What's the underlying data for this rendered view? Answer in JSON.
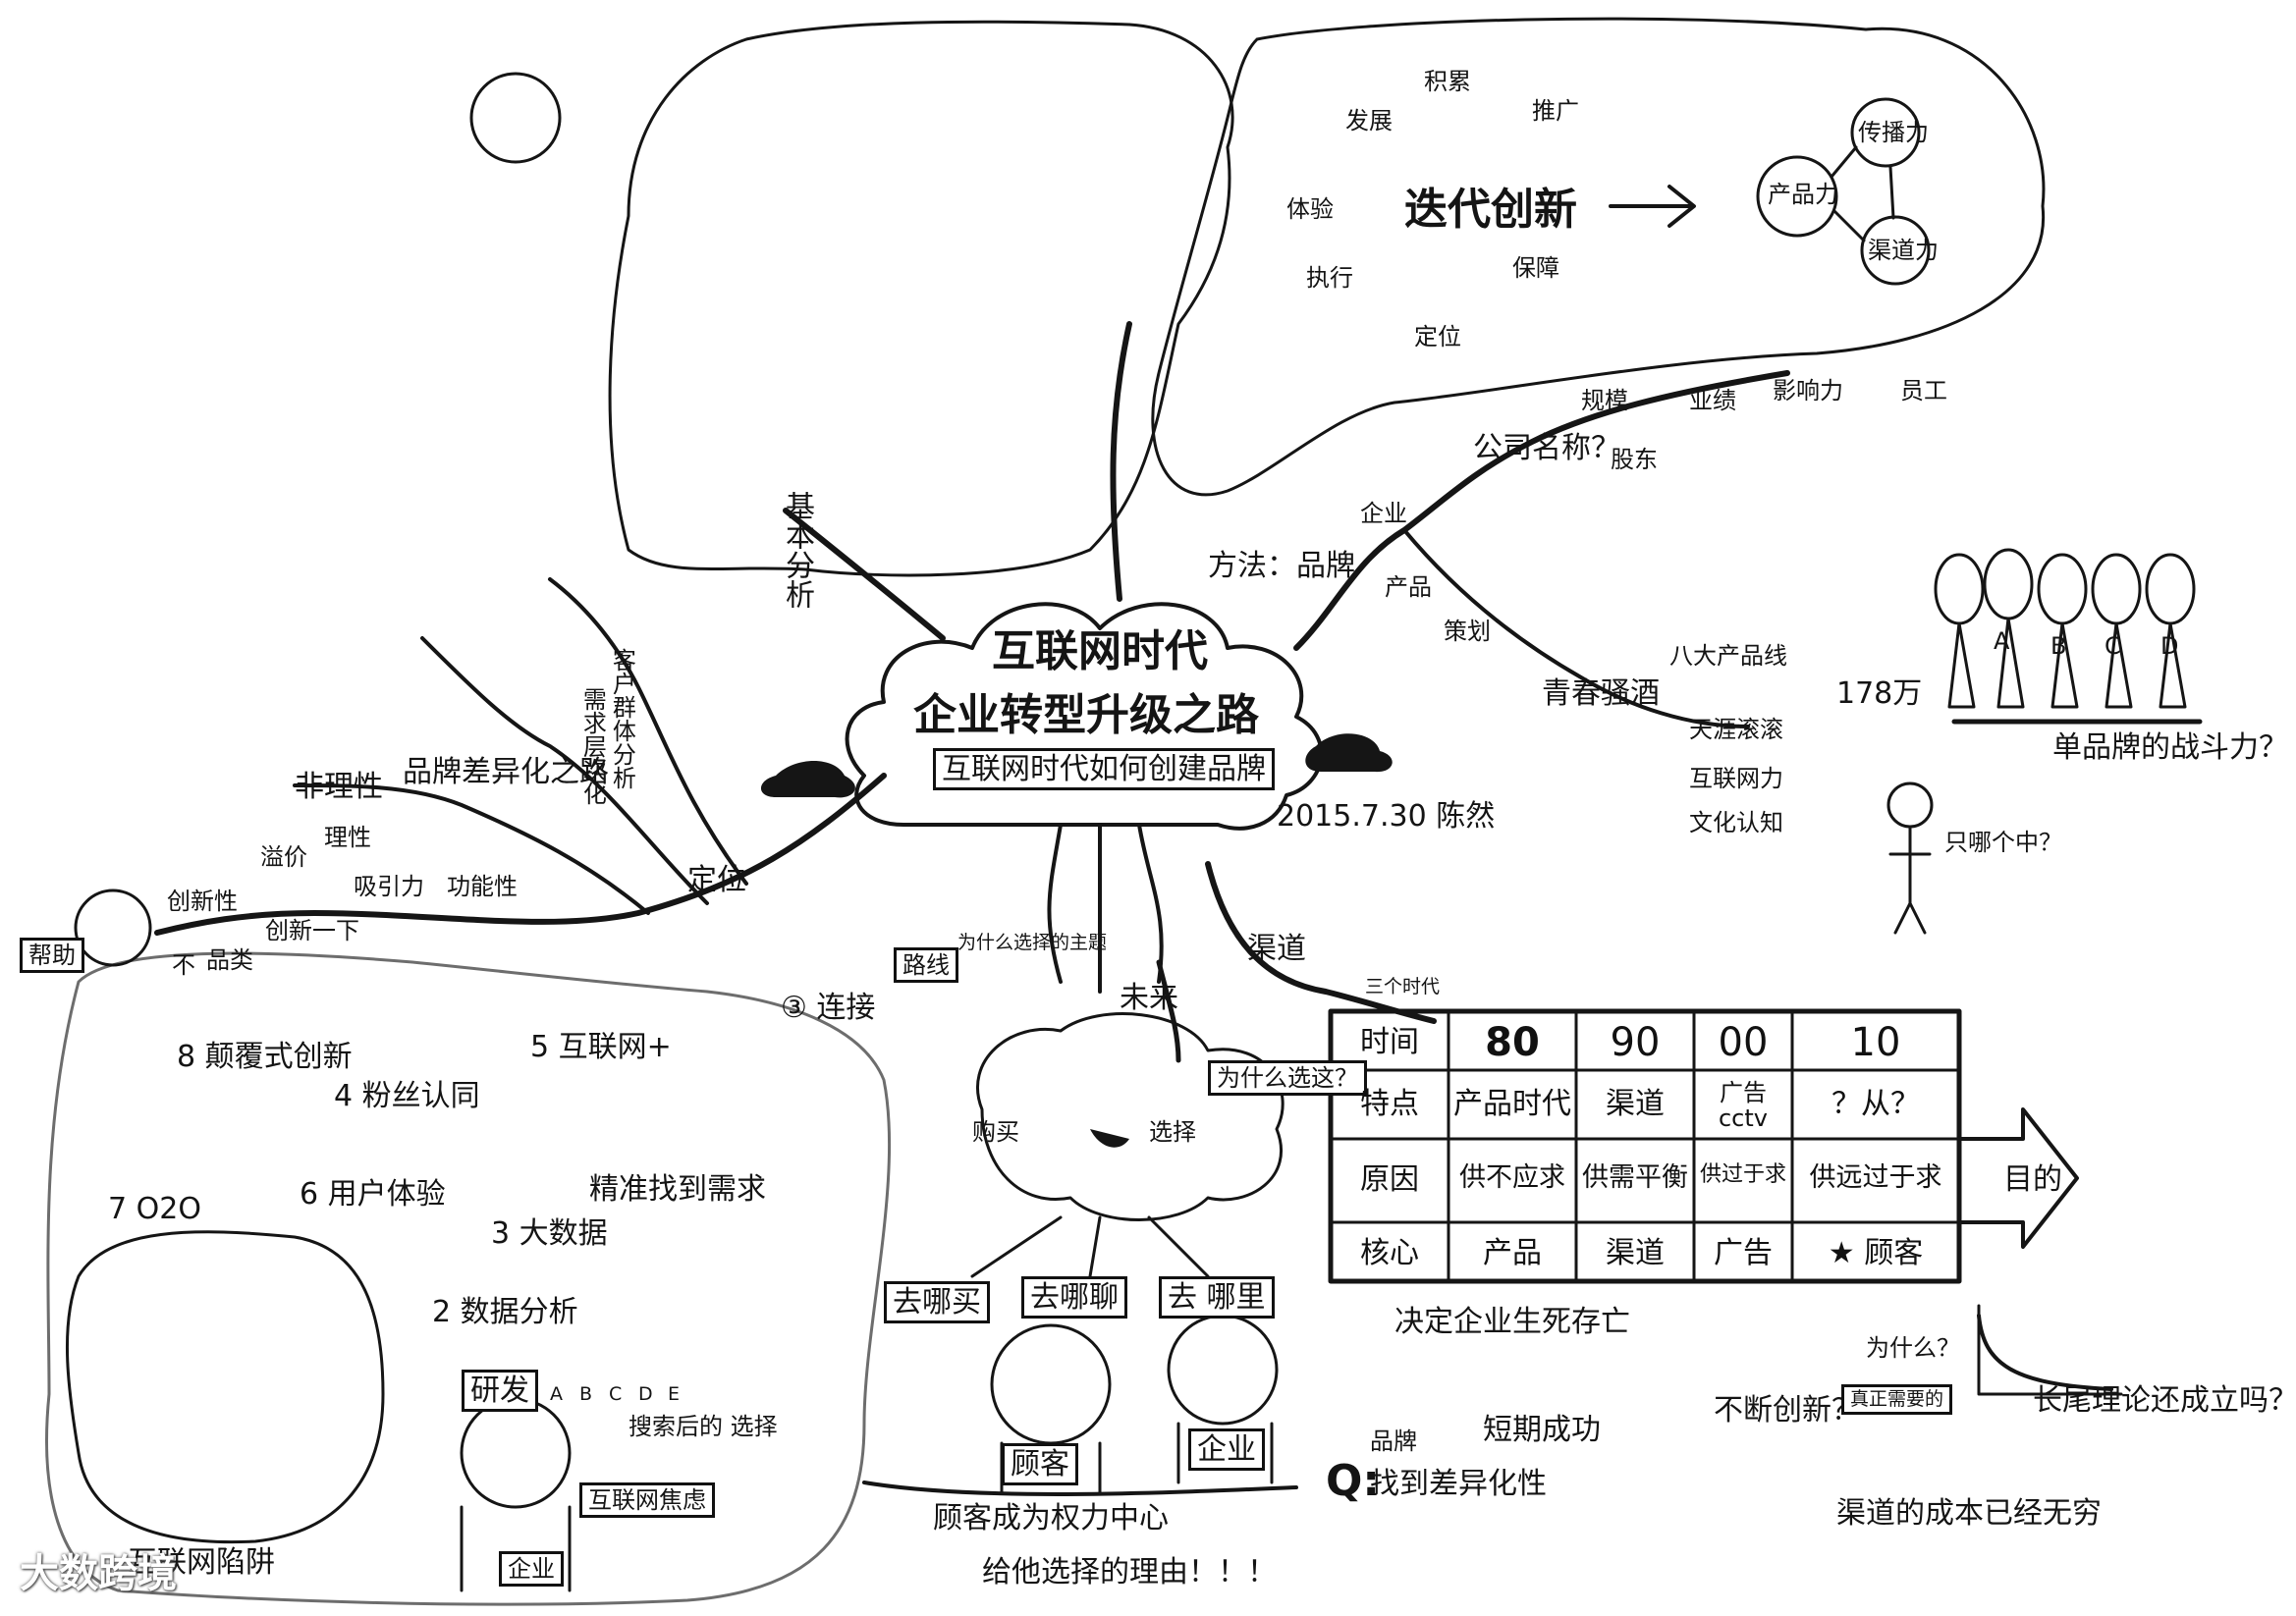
{
  "central": {
    "line1": "互联网时代",
    "line2": "企业转型升级之路",
    "line3": "互联网时代如何创建品牌",
    "date": "2015.7.30 陈然"
  },
  "branches": {
    "vision": "基本分析",
    "brand": "方法：品牌",
    "strategy": "定位",
    "channel": "渠道",
    "case": "未来"
  },
  "top_right": {
    "center": "迭代创新",
    "arrows": [
      "发展",
      "积累",
      "推广",
      "执行",
      "体验",
      "定位",
      "保障"
    ],
    "triangle": [
      "产品力",
      "传播力",
      "渠道力"
    ]
  },
  "brand_area": {
    "company_q": "公司名称？",
    "scale_words": [
      "规模",
      "业绩",
      "影响力",
      "员工"
    ],
    "stock": "股东",
    "enterprise": "企业",
    "product": "产品",
    "planning": "策划",
    "youth": "青春骚酒",
    "sub_items": [
      "八大产品线",
      "天涯滚滚",
      "互联网力",
      "文化认知"
    ],
    "count": "178万",
    "single_q": "单品牌的战斗力？",
    "which_q": "只哪个中？",
    "tags": [
      "A",
      "B",
      "C",
      "D"
    ]
  },
  "left_area": {
    "difference": "品牌差异化之路",
    "non_rational": "非理性",
    "rational": "理性",
    "demand": "需求层次化",
    "customers": "客户群体分析",
    "innovation": "创新性",
    "product": "品类",
    "not": "不",
    "creative": "创新一下",
    "premium": "溢价",
    "attract": "吸引力",
    "function": "功能性",
    "help": "帮助"
  },
  "lower_left": {
    "items": [
      "8 颠覆式创新",
      "4 粉丝认同",
      "7 O2O",
      "6 用户体验",
      "5 互联网+",
      "3 大数据",
      "2 数据分析"
    ],
    "precise": "精准找到需求",
    "rd": "研发",
    "trap": "互联网陷阱",
    "trap_label": "互联网焦虑",
    "enterprise": "企业",
    "letters": [
      "A",
      "B",
      "C",
      "D",
      "E"
    ],
    "choose_label": "搜索后的 选择",
    "connect": "③ 连接",
    "route": "路线",
    "route_note": "为什么选择的主题"
  },
  "bottom_center": {
    "choose": "选择",
    "why": "为什么选这？",
    "buy": "购买",
    "options": [
      "去哪买",
      "去哪聊",
      "去 哪里"
    ],
    "customer": "顾客",
    "company": "企业",
    "slogan": "顾客成为权力中心",
    "reason": "给他选择的理由！！！"
  },
  "table": {
    "years": [
      "时间",
      "80",
      "90",
      "00",
      "10"
    ],
    "rows": [
      [
        "特点",
        "产品时代",
        "渠道",
        "广告 cctv",
        "？从？"
      ],
      [
        "原因",
        "供不应求",
        "供需平衡",
        "供过于求",
        "供远过于求"
      ],
      [
        "核心",
        "产品",
        "渠道",
        "广告",
        "★ 顾客"
      ]
    ],
    "goal": "目的",
    "footnote": "决定企业生死存亡",
    "header_note": "三个时代"
  },
  "bottom_right": {
    "q_label": "Q:",
    "brand": "品牌",
    "difference": "找到差异化性",
    "short_term": "短期成功",
    "keep": "不断创新？",
    "why": "为什么？",
    "long_tail": "长尾理论还成立吗？",
    "channel_cost": "渠道的成本已经无穷",
    "real_customer": "真正需要的"
  },
  "watermark": "大数跨境"
}
